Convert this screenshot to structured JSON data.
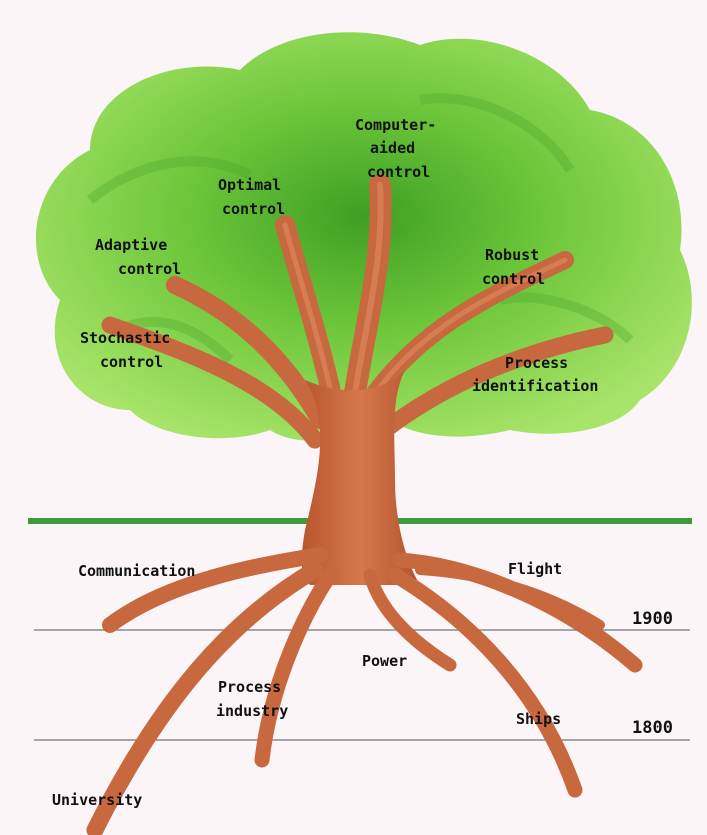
{
  "branches": {
    "computer_aided": [
      "Computer-",
      "aided",
      "control"
    ],
    "optimal": [
      "Optimal",
      "control"
    ],
    "adaptive": [
      "Adaptive",
      "control"
    ],
    "robust": [
      "Robust",
      "control"
    ],
    "stochastic": [
      "Stochastic",
      "control"
    ],
    "process_identification": [
      "Process",
      "identification"
    ]
  },
  "roots": {
    "communication": "Communication",
    "flight": "Flight",
    "power": "Power",
    "process_industry": [
      "Process",
      "industry"
    ],
    "ships": "Ships",
    "university": "University"
  },
  "timeline": {
    "year_1900": "1900",
    "year_1800": "1800"
  },
  "colors": {
    "foliage": "#8fd84a",
    "foliage_dark": "#5cae2c",
    "trunk": "#c8683e",
    "trunk_dark": "#9b4a28",
    "ground": "#3e9a3a",
    "timeline": "#8a8a8a",
    "background": "#fbf5f8"
  }
}
